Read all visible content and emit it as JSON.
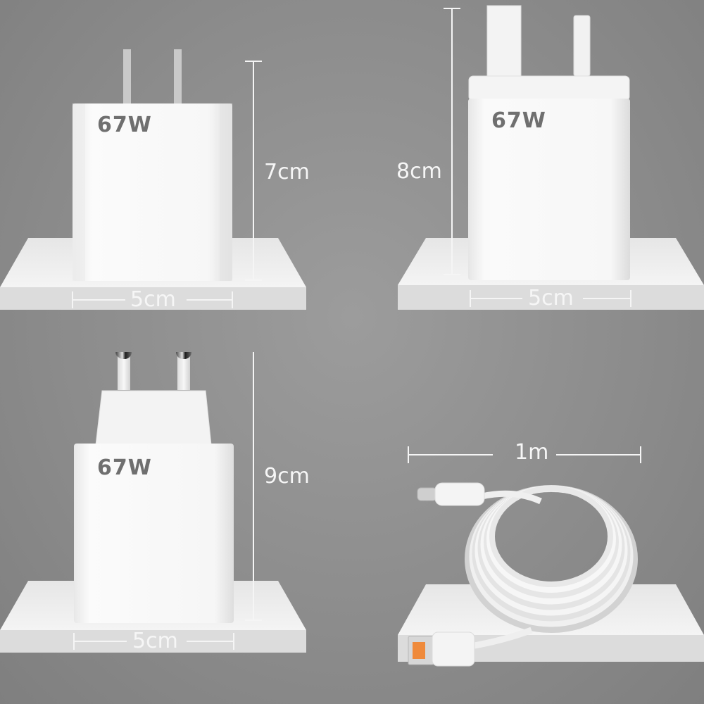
{
  "panels": [
    {
      "id": "us",
      "wattage": "67W",
      "height_label": "7cm",
      "width_label": "5cm"
    },
    {
      "id": "uk",
      "wattage": "67W",
      "height_label": "8cm",
      "width_label": "5cm"
    },
    {
      "id": "eu",
      "wattage": "67W",
      "height_label": "9cm",
      "width_label": "5cm"
    },
    {
      "id": "cable",
      "length_label": "1m"
    }
  ],
  "colors": {
    "background": "#8e8e8e",
    "charter": "#f4f4f4",
    "shelf": "#ececec",
    "dimension_line": "#f5f5f5",
    "wattage_text": "#6f6f6f"
  }
}
